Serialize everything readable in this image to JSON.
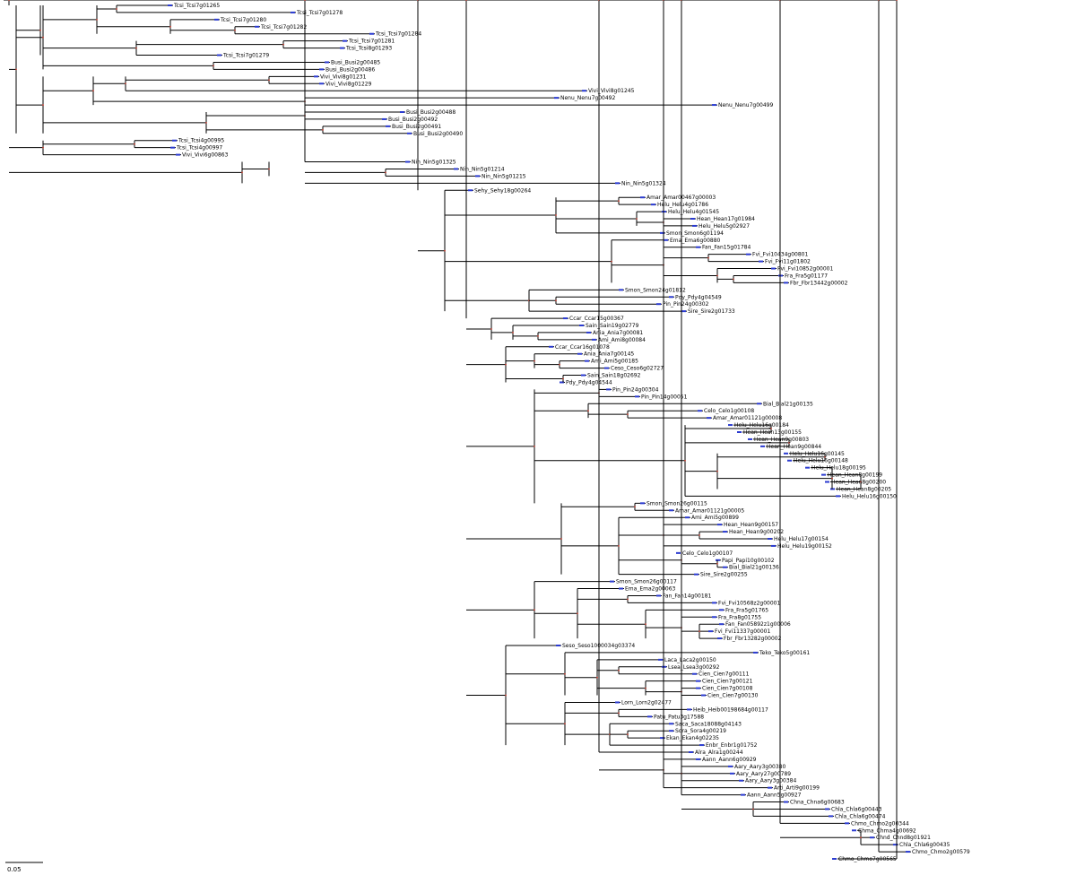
{
  "scale_bar": {
    "label": "0.05"
  },
  "leaves": [
    "Tcsi_Tcsi7g01265",
    "Tcsi_Tcsi7g01278",
    "Tcsi_Tcsi7g01280",
    "Tcsi_Tcsi7g01282",
    "Tcsi_Tcsi7g01284",
    "Tcsi_Tcsi7g01281",
    "Tcsi_Tcsi8g01293",
    "Tcsi_Tcsi7g01279",
    "Busi_Busi2g00485",
    "Busi_Busi2g00486",
    "Vivi_Vivi8g01231",
    "Vivi_Vivi8g01229",
    "Vivi_Vivi8g01245",
    "Nenu_Nenu7g00492",
    "Nenu_Nenu7g00499",
    "Busi_Busi2g00488",
    "Busi_Busi2g00492",
    "Busi_Busi2g00491",
    "Busi_Busi2g00490",
    "Tcsi_Tcsi4g00995",
    "Tcsi_Tcsi4g00997",
    "Vivi_Vivi6g00863",
    "Nin_Nin5g01325",
    "Nin_Nin5g01214",
    "Nin_Nin5g01215",
    "Nin_Nin5g01324",
    "Sehy_Sehy18g00264",
    "Amar_Amar00467g00003",
    "Helu_Helu4g01786",
    "Helu_Helu4g01545",
    "Hean_Hean17g01984",
    "Helu_Helu5g02927",
    "Smon_Smon6g01194",
    "Ema_Ema6g00880",
    "Fan_Fan15g01784",
    "Fvi_Fvi10434g00801",
    "Fvi_Fvi11g01802",
    "Fvi_Fvi10852g00001",
    "Fra_Fra5g01177",
    "Fbr_Fbr13442g00002",
    "Smon_Smon24g01812",
    "Pdy_Pdy4g04549",
    "Pin_Pin24g00302",
    "Sire_Sire2g01733",
    "Ccar_Ccar15g00367",
    "Sain_Sain19g02779",
    "Ania_Ania7g00081",
    "Ami_Ami8g00084",
    "Ccar_Ccar16g01078",
    "Ania_Ania7g00145",
    "Ami_Ami5g00185",
    "Ceso_Ceso6g02727",
    "Sain_Sain18g02692",
    "Pdy_Pdy4g04544",
    "Pin_Pin24g00304",
    "Pin_Pin14g00051",
    "Bial_Bial21g00135",
    "Celo_Celo1g00108",
    "Amar_Amar01121g00008",
    "Helu_Helu16g00184",
    "Hean_Hean13g00155",
    "Hean_Hean9g00803",
    "Hean_Hean9g00844",
    "Helu_Helu16g00145",
    "Helu_Helu16g00148",
    "Helu_Helu18g00195",
    "Hean_Hean8g00199",
    "Hean_Hean8g00200",
    "Hean_Hean8g00205",
    "Helu_Helu16g00150",
    "Smon_Smon26g00115",
    "Amar_Amar01121g00005",
    "Ami_Ami5g00899",
    "Hean_Hean9g00157",
    "Hean_Hean9g00202",
    "Helu_Helu17g00154",
    "Helu_Helu19g00152",
    "Celo_Celo1g00107",
    "Papi_Papi10g00102",
    "Bial_Bial21g00136",
    "Sire_Sire2g00255",
    "Smon_Smon26g00117",
    "Ema_Ema2g00063",
    "Fan_Fan14g00181",
    "Fvi_Fvi10568z2g00001",
    "Fra_Fra5g01765",
    "Fra_Fra8g01755",
    "Fan_Fan05892z1g00006",
    "Fvi_Fvi11337g00001",
    "Fbr_Fbr13282g00002",
    "Seso_Seso1000034g03374",
    "Teko_Teko5g00161",
    "Laca_Laca2g00150",
    "Lsea_Lsea3g00292",
    "Cien_Cien7g00111",
    "Cien_Cien7g00121",
    "Cien_Cien7g00108",
    "Cien_Cien7g00130",
    "Lorn_Lorn2g02477",
    "Heib_Heib00198684g00117",
    "Patu_Patu3g17588",
    "Saca_Saca18088g04143",
    "Sora_Sora4g00219",
    "Ekan_Ekan4g02235",
    "Enbr_Enbr1g01752",
    "Alra_Alra1g00244",
    "Aann_Aann6g00929",
    "Aary_Aary3g00380",
    "Aary_Aary27g00789",
    "Aary_Aary3g00384",
    "Arti_Arti9g00199",
    "Aann_Aann5g00927",
    "Chna_Chna6g00683",
    "Chla_Chla6g00443",
    "Chla_Chla6g00474",
    "Chmo_Chmo2g00344",
    "Chma_Chma4g00692",
    "Chnd_Chnd8g01921",
    "Chla_Chla6g00435",
    "Chmo_Chmo2g00579",
    "Chmo_Chmo7g00565"
  ]
}
